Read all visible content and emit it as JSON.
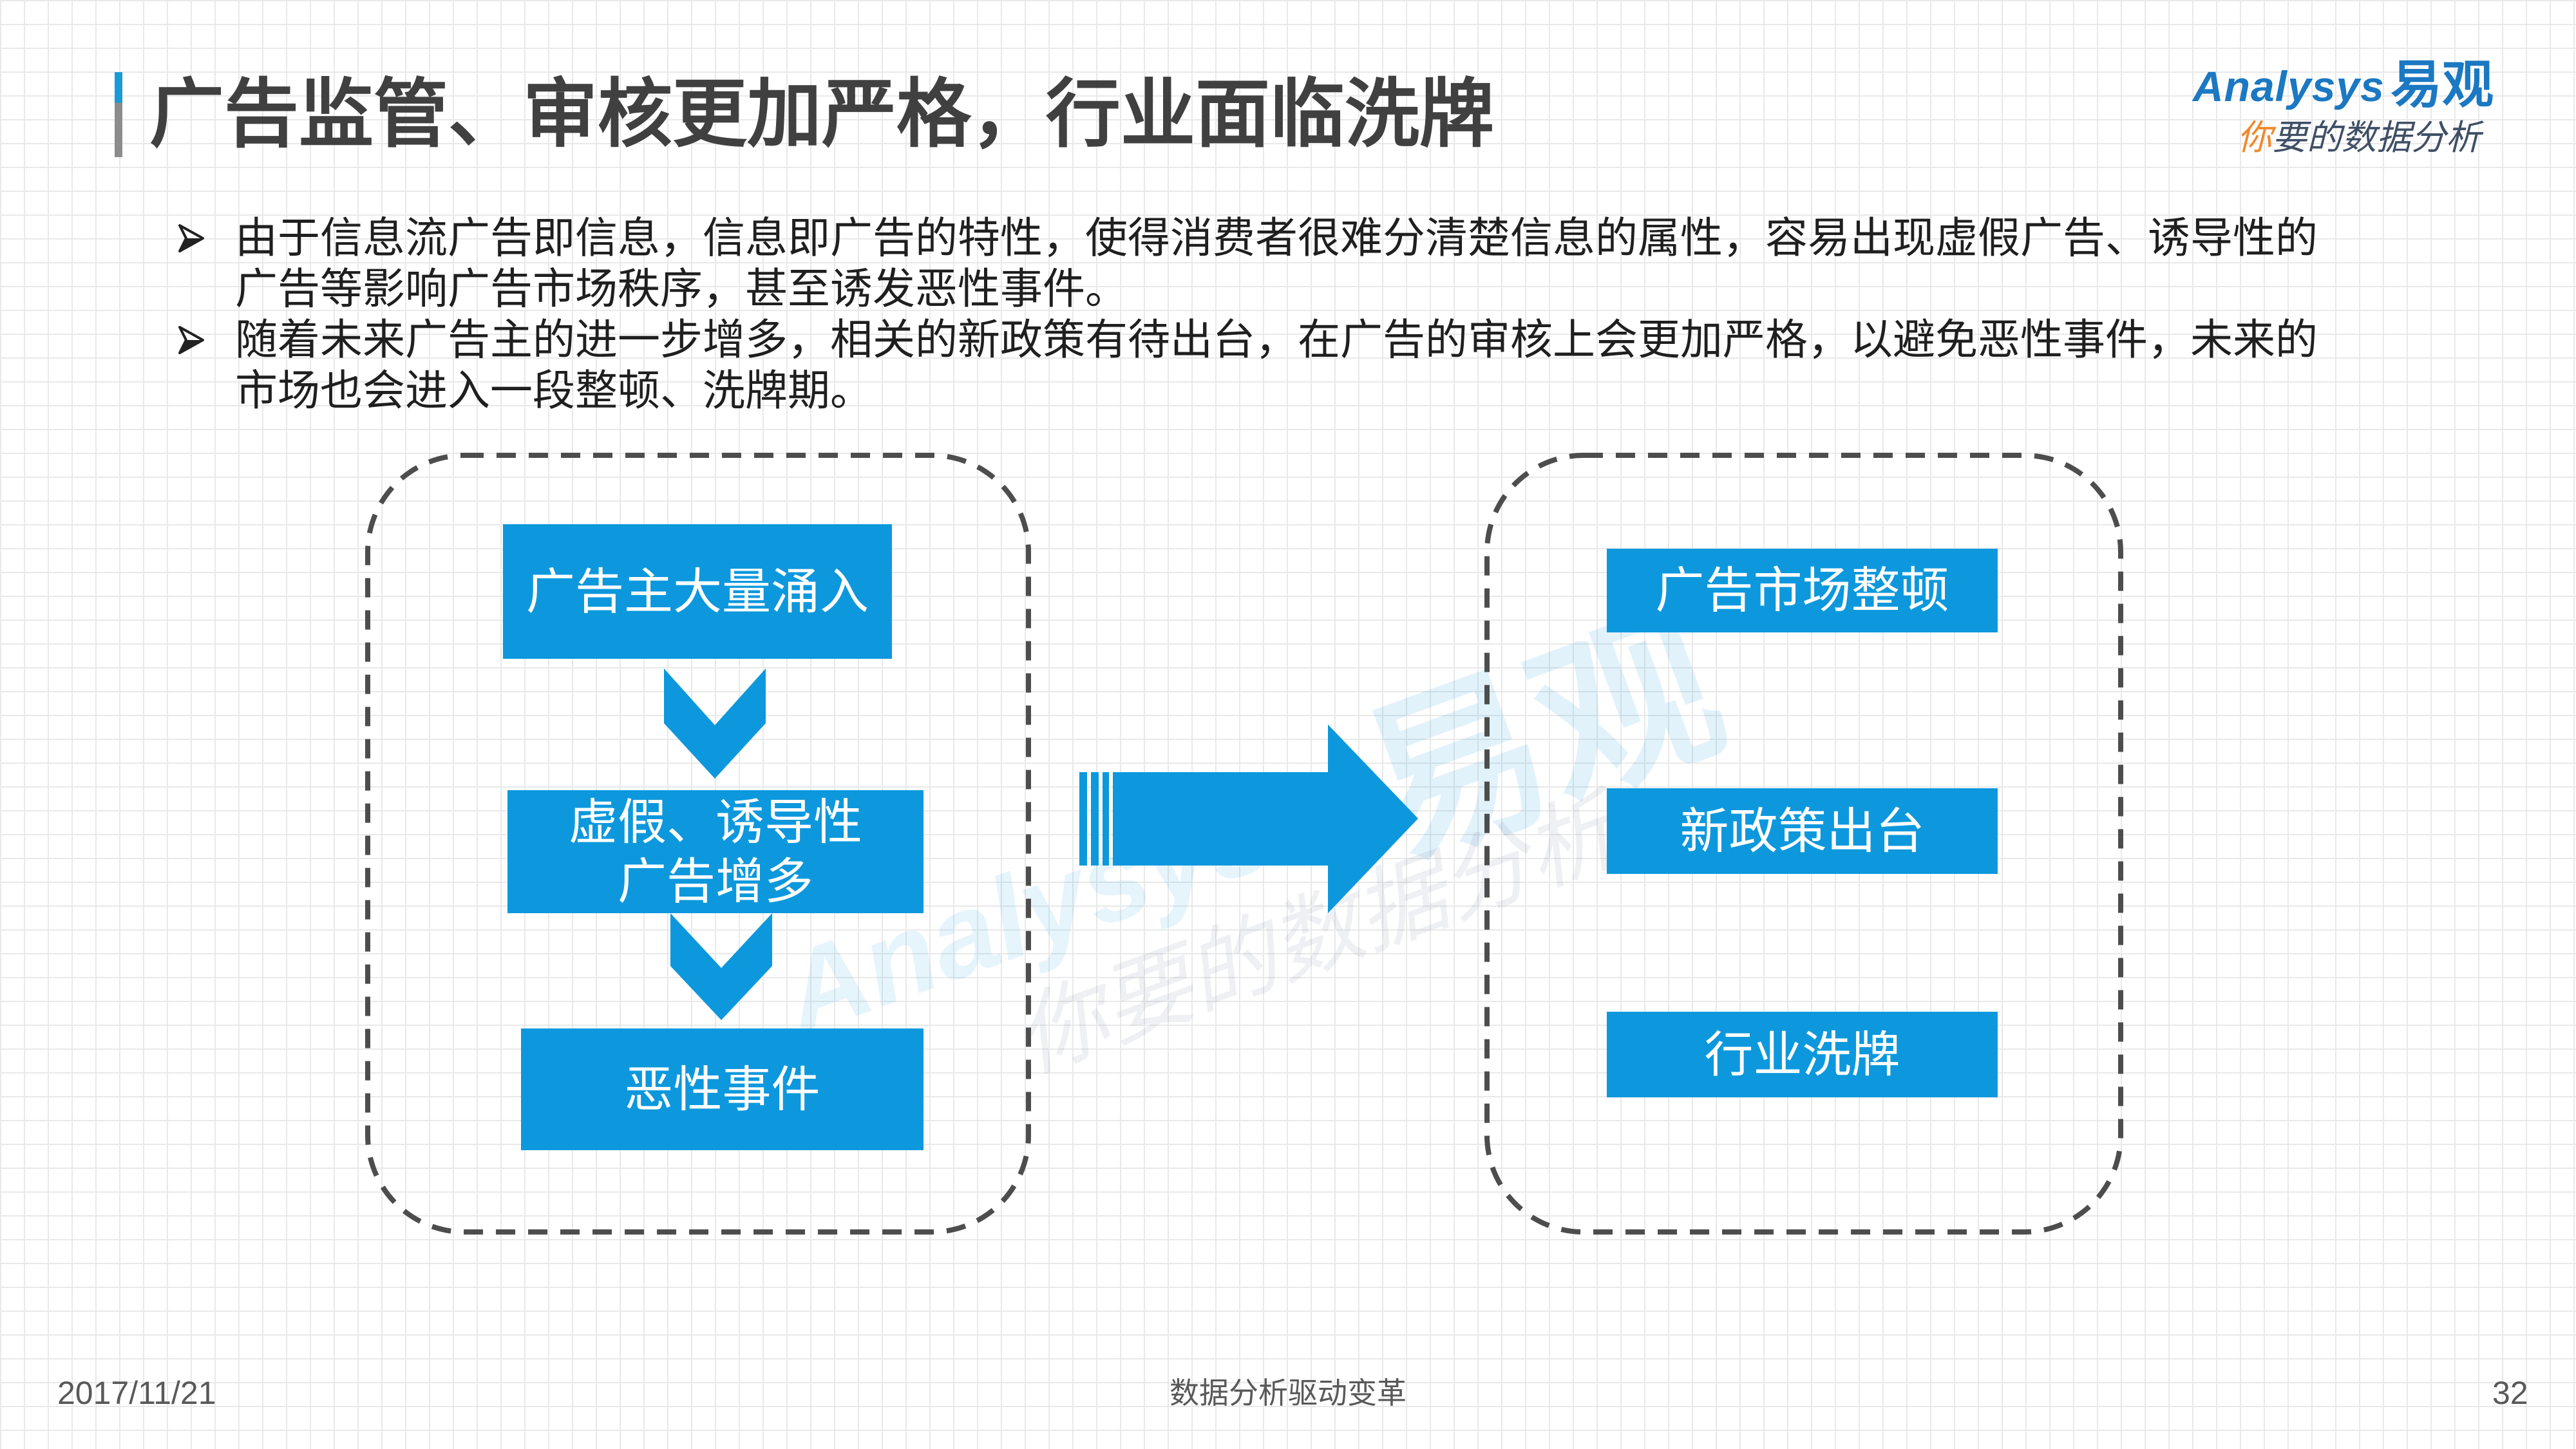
{
  "title": "广告监管、审核更加严格，行业面临洗牌",
  "logo": {
    "en": "Analysys",
    "cn": "易观",
    "slogan_lead": "你",
    "slogan_rest": "要的数据分析"
  },
  "bullets": [
    {
      "icon": "arrow-bullet-icon",
      "lines": [
        "由于信息流广告即信息，信息即广告的特性，使得消费者很难分清楚信息的属性，容易出现虚假广告、诱导性的",
        "广告等影响广告市场秩序，甚至诱发恶性事件。"
      ]
    },
    {
      "icon": "arrow-bullet-icon",
      "lines": [
        "随着未来广告主的进一步增多，相关的新政策有待出台，在广告的审核上会更加严格，以避免恶性事件，未来的",
        "市场也会进入一段整顿、洗牌期。"
      ]
    }
  ],
  "diagram": {
    "causes": [
      {
        "lines": [
          "广告主大量涌入"
        ]
      },
      {
        "lines": [
          "虚假、诱导性",
          "广告增多"
        ]
      },
      {
        "lines": [
          "恶性事件"
        ]
      }
    ],
    "connector_icon": "chevron-down-icon",
    "transition_icon": "arrow-right-icon",
    "outcomes": [
      "广告市场整顿",
      "新政策出台",
      "行业洗牌"
    ]
  },
  "watermark": {
    "en": "Analysys",
    "cn": "易观",
    "slogan": "你要的数据分析"
  },
  "footer": {
    "date": "2017/11/21",
    "center": "数据分析驱动变革",
    "page": "32"
  },
  "colors": {
    "accent_blue": "#0d98dd",
    "logo_blue": "#1b78c2",
    "title_text": "#404040",
    "body_text": "#1f1f1f",
    "dashed_border": "#4d4d4d",
    "slogan_lead": "#f0892b",
    "grid_line": "#e9e9e9"
  }
}
